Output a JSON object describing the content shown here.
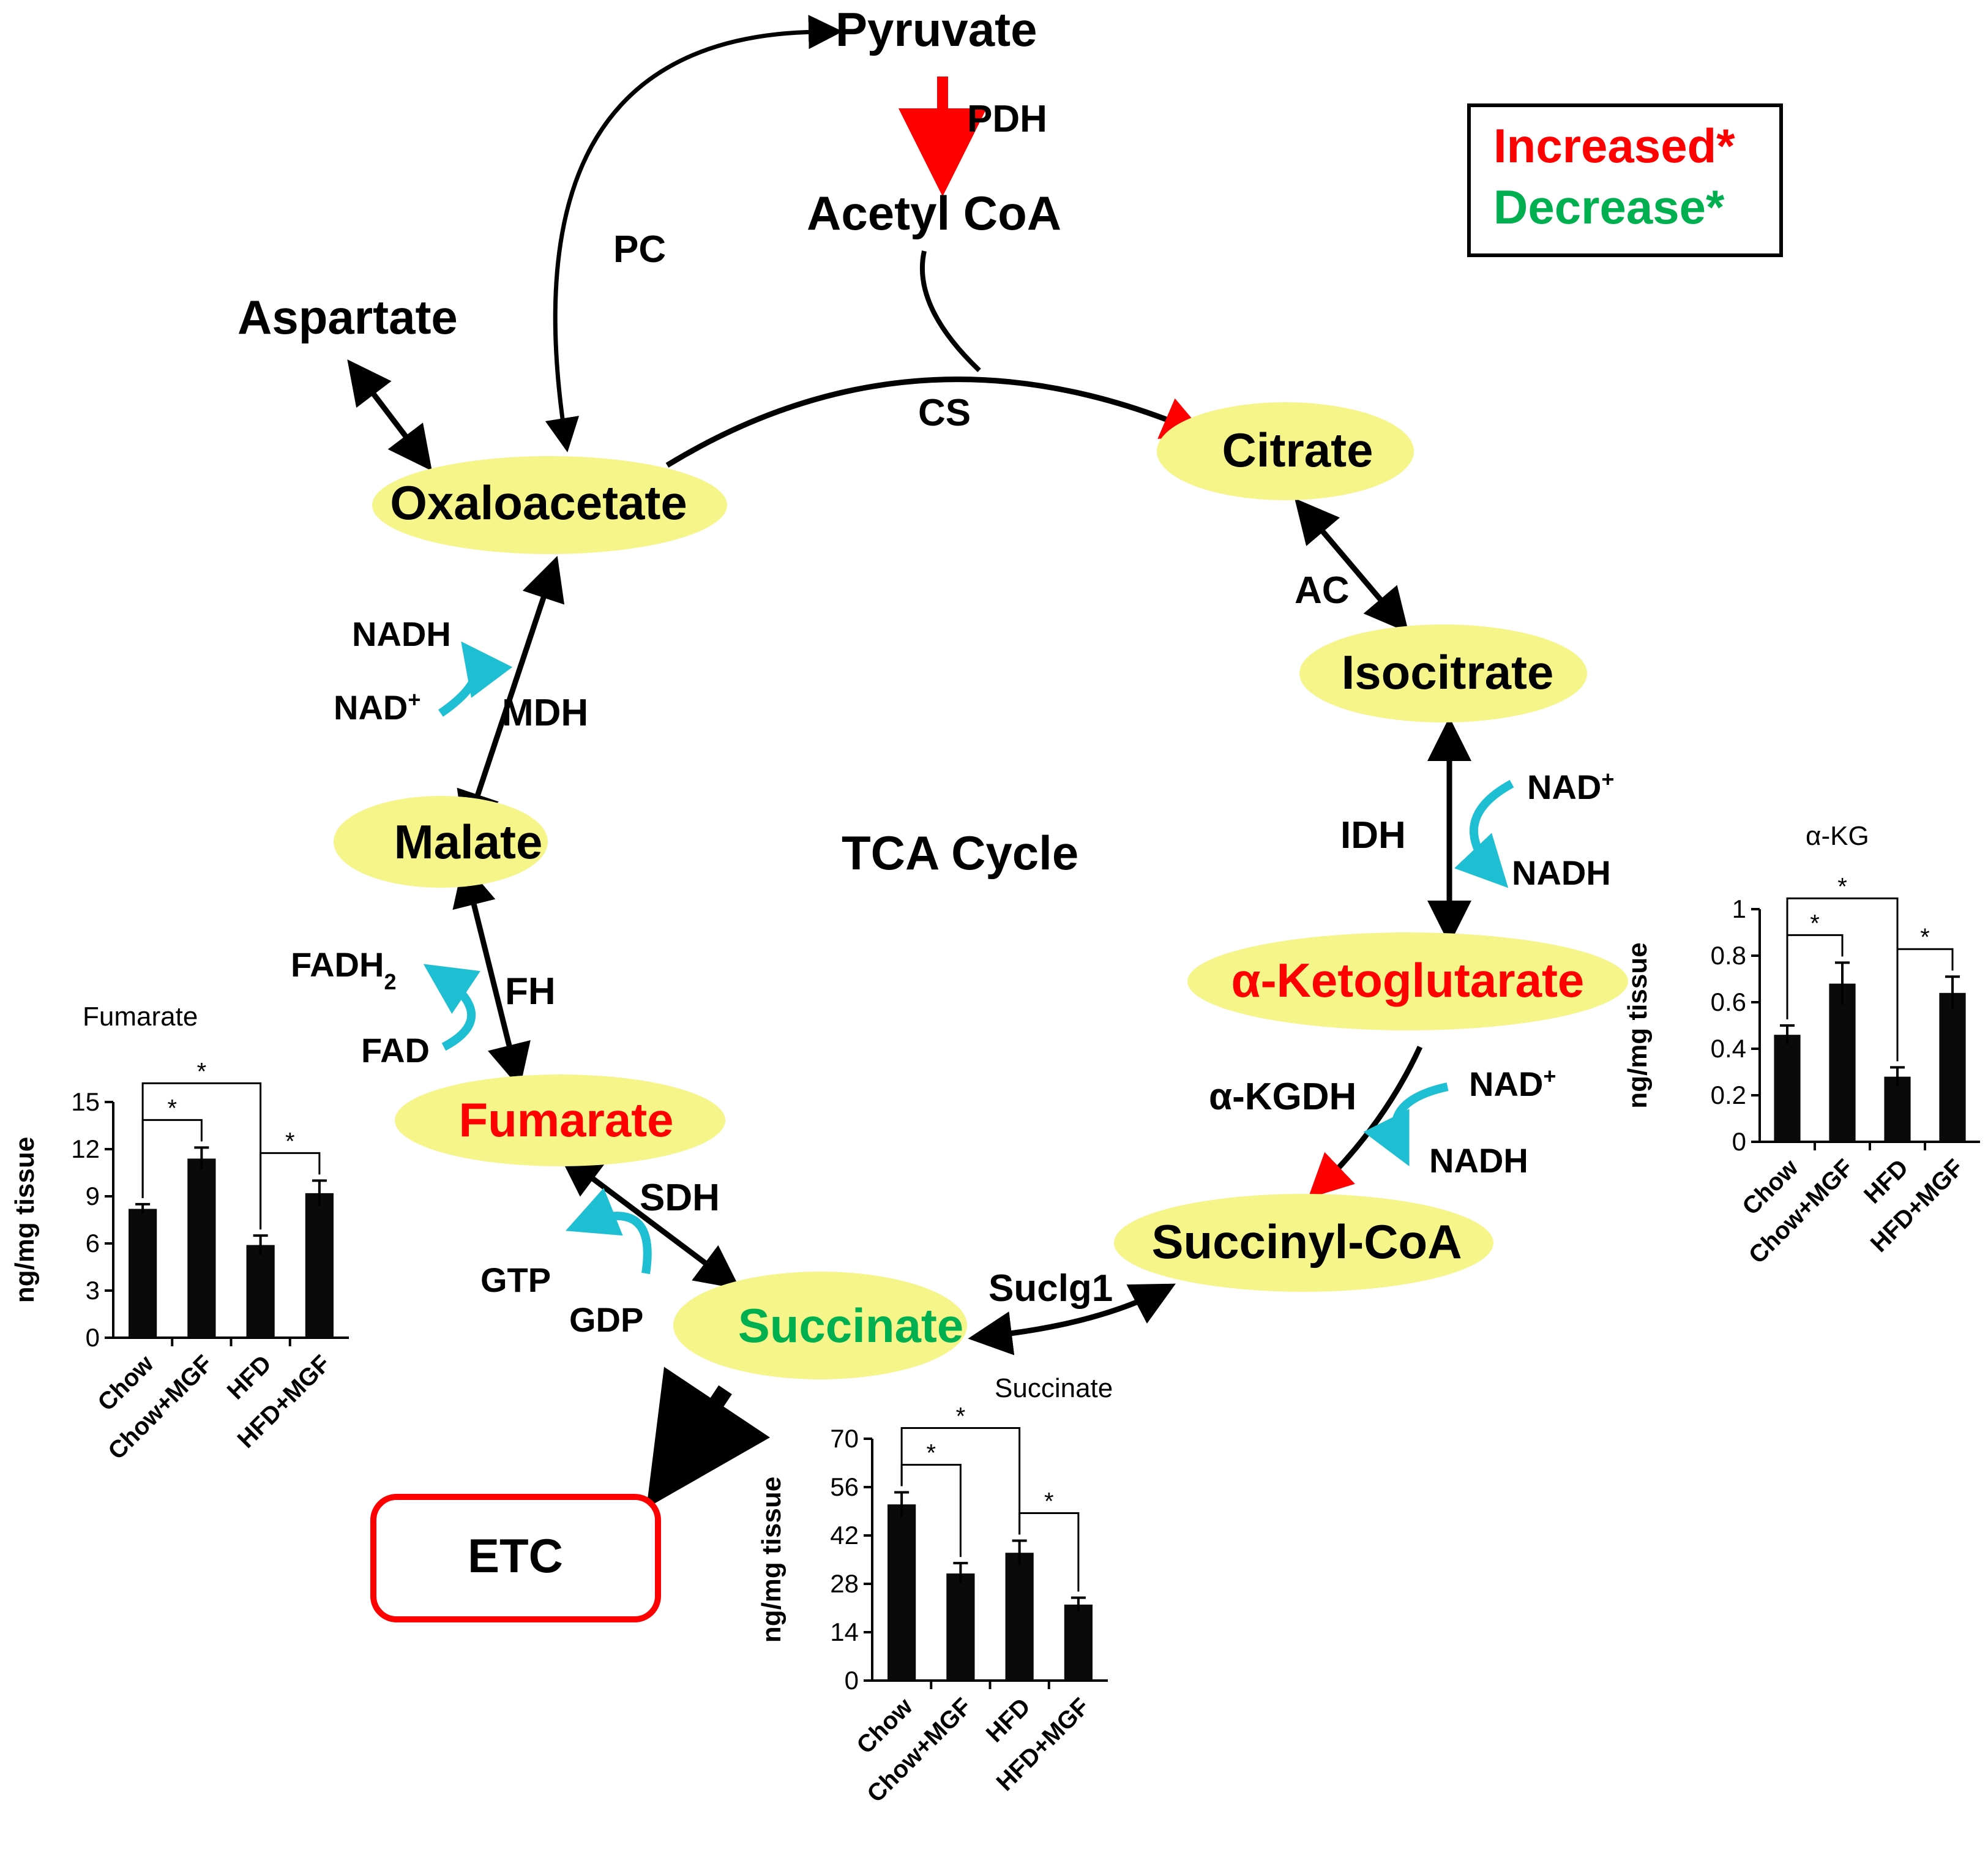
{
  "title": "TCA Cycle",
  "colors": {
    "increased": "#ff0000",
    "decreased": "#00b050",
    "cofactor_arrow": "#1fbfd3",
    "node_fill": "#f5f58a",
    "bar": "#0a0a0a"
  },
  "metabolites": {
    "pyruvate": "Pyruvate",
    "acetyl_coa": "Acetyl CoA",
    "aspartate": "Aspartate",
    "oxaloacetate": "Oxaloacetate",
    "citrate": "Citrate",
    "isocitrate": "Isocitrate",
    "alpha_kg": "α-Ketoglutarate",
    "succinyl_coa": "Succinyl-CoA",
    "succinate": "Succinate",
    "fumarate": "Fumarate",
    "malate": "Malate",
    "etc": "ETC"
  },
  "enzymes": {
    "pdh": "PDH",
    "pc": "PC",
    "cs": "CS",
    "ac": "AC",
    "idh": "IDH",
    "akgdh": "α-KGDH",
    "suclg1": "Suclg1",
    "sdh": "SDH",
    "fh": "FH",
    "mdh": "MDH"
  },
  "cofactors": {
    "mdh_top": "NADH",
    "mdh_bottom": "NAD+",
    "idh_top": "NAD+",
    "idh_bottom": "NADH",
    "akgdh_top": "NAD+",
    "akgdh_bottom": "NADH",
    "fh_top": "FADH2",
    "fh_bottom": "FAD",
    "sdh_left": "GTP",
    "sdh_right": "GDP"
  },
  "legend": {
    "increased": "Increased*",
    "decreased": "Decrease*"
  },
  "chart_data": [
    {
      "type": "bar",
      "title": "Fumarate",
      "ylabel": "ng/mg tissue",
      "categories": [
        "Chow",
        "Chow+MGF",
        "HFD",
        "HFD+MGF"
      ],
      "values": [
        8.2,
        11.4,
        5.9,
        9.2
      ],
      "errors": [
        0.3,
        0.7,
        0.6,
        0.8
      ],
      "ylim": [
        0,
        15
      ],
      "yticks": [
        "0",
        "3",
        "6",
        "9",
        "12",
        "15"
      ],
      "significance": [
        "*",
        "*",
        "*"
      ]
    },
    {
      "type": "bar",
      "title": "Succinate",
      "ylabel": "ng/mg tissue",
      "categories": [
        "Chow",
        "Chow+MGF",
        "HFD",
        "HFD+MGF"
      ],
      "values": [
        51,
        31,
        37,
        22
      ],
      "errors": [
        3.5,
        3,
        3.5,
        2
      ],
      "ylim": [
        0,
        70
      ],
      "yticks": [
        "0",
        "14",
        "28",
        "42",
        "56",
        "70"
      ],
      "significance": [
        "*",
        "*",
        "*"
      ]
    },
    {
      "type": "bar",
      "title": "α-KG",
      "ylabel": "ng/mg tissue",
      "categories": [
        "Chow",
        "Chow+MGF",
        "HFD",
        "HFD+MGF"
      ],
      "values": [
        0.46,
        0.68,
        0.28,
        0.64
      ],
      "errors": [
        0.04,
        0.09,
        0.04,
        0.07
      ],
      "ylim": [
        0,
        1
      ],
      "yticks": [
        "0",
        "0.2",
        "0.4",
        "0.6",
        "0.8",
        "1"
      ],
      "significance": [
        "*",
        "*",
        "*"
      ]
    }
  ]
}
